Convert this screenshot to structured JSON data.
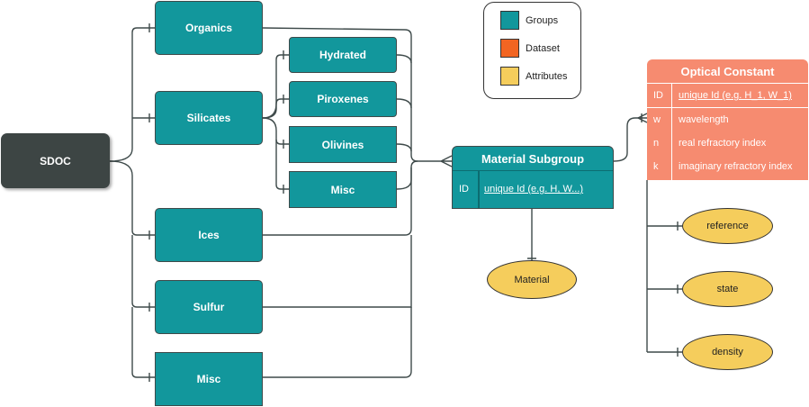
{
  "root": {
    "label": "SDOC"
  },
  "groups": [
    {
      "label": "Organics"
    },
    {
      "label": "Silicates"
    },
    {
      "label": "Ices"
    },
    {
      "label": "Sulfur"
    },
    {
      "label": "Misc"
    }
  ],
  "silicate_subgroups": [
    {
      "label": "Hydrated"
    },
    {
      "label": "Piroxenes"
    },
    {
      "label": "Olivines"
    },
    {
      "label": "Misc"
    }
  ],
  "legend": {
    "items": [
      {
        "label": "Groups",
        "color": "#12979c"
      },
      {
        "label": "Dataset",
        "color": "#f26522"
      },
      {
        "label": "Attributes",
        "color": "#f5cd5c"
      }
    ]
  },
  "material_subgroup": {
    "title": "Material Subgroup",
    "color": "#12979c",
    "rows": [
      {
        "key": "ID",
        "value": "unique Id (e.g. H, W...)"
      }
    ]
  },
  "material": {
    "label": "Material"
  },
  "optical_constant": {
    "title": "Optical Constant",
    "color": "#f68b70",
    "rows": [
      {
        "key": "ID",
        "value": "unique Id (e.g. H_1, W_1)"
      },
      {
        "key": "w",
        "value": "wavelength"
      },
      {
        "key": "n",
        "value": "real refractory index"
      },
      {
        "key": "k",
        "value": "imaginary refractory index"
      }
    ]
  },
  "attributes": [
    {
      "label": "reference"
    },
    {
      "label": "state"
    },
    {
      "label": "density"
    }
  ]
}
